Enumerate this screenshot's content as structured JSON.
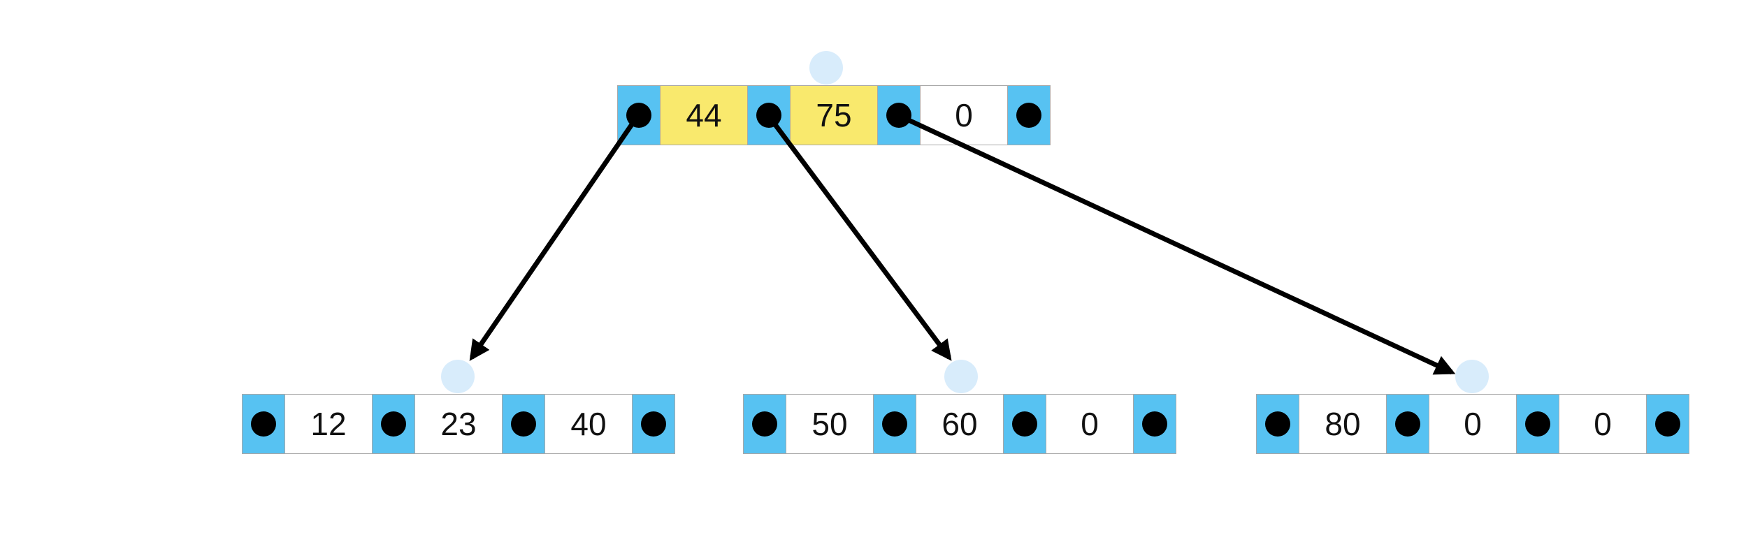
{
  "diagram": {
    "type": "b-tree",
    "colors": {
      "pointer_cell": "#57C2F2",
      "value_cell": "#FFFFFF",
      "highlight_cell": "#F9E96D",
      "cell_border": "#A8A8A8",
      "pointer_dot": "#000000",
      "insertion_indicator": "#D8ECFB",
      "arrow": "#000000"
    },
    "nodes": [
      {
        "id": "root",
        "values": [
          {
            "text": "44",
            "highlighted": true
          },
          {
            "text": "75",
            "highlighted": true
          },
          {
            "text": "0",
            "highlighted": false
          }
        ]
      },
      {
        "id": "child-left",
        "values": [
          {
            "text": "12",
            "highlighted": false
          },
          {
            "text": "23",
            "highlighted": false
          },
          {
            "text": "40",
            "highlighted": false
          }
        ]
      },
      {
        "id": "child-middle",
        "values": [
          {
            "text": "50",
            "highlighted": false
          },
          {
            "text": "60",
            "highlighted": false
          },
          {
            "text": "0",
            "highlighted": false
          }
        ]
      },
      {
        "id": "child-right",
        "values": [
          {
            "text": "80",
            "highlighted": false
          },
          {
            "text": "0",
            "highlighted": false
          },
          {
            "text": "0",
            "highlighted": false
          }
        ]
      }
    ],
    "arrows": [
      {
        "from": "root-pointer-1",
        "to": "child-left"
      },
      {
        "from": "root-pointer-2",
        "to": "child-middle"
      },
      {
        "from": "root-pointer-3",
        "to": "child-right"
      }
    ],
    "insertion_indicators": [
      {
        "above": "root"
      },
      {
        "above": "child-left"
      },
      {
        "above": "child-middle"
      },
      {
        "above": "child-right"
      }
    ]
  }
}
